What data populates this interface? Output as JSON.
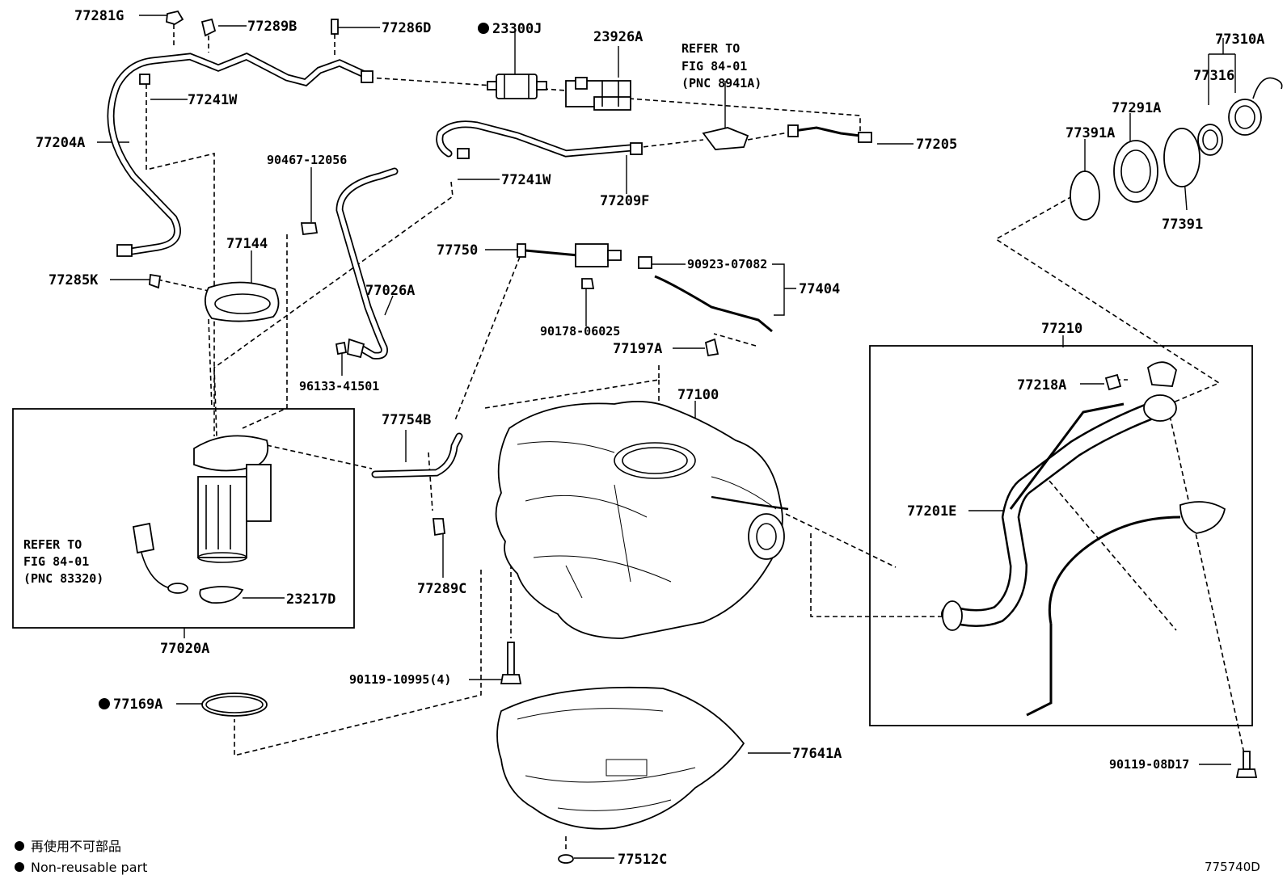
{
  "labels": {
    "p77281G": "77281G",
    "p77289B": "77289B",
    "p77286D": "77286D",
    "p23300J": "23300J",
    "p23926A": "23926A",
    "p77310A": "77310A",
    "p77316": "77316",
    "p77291A": "77291A",
    "p77391A": "77391A",
    "p77391": "77391",
    "p77241W_a": "77241W",
    "p77204A": "77204A",
    "p90467": "90467-12056",
    "p77241W_b": "77241W",
    "p77209F": "77209F",
    "p77205": "77205",
    "p77144": "77144",
    "p77285K": "77285K",
    "p77026A": "77026A",
    "p77750": "77750",
    "p90923": "90923-07082",
    "p77404": "77404",
    "p90178": "90178-06025",
    "p77197A": "77197A",
    "p96133": "96133-41501",
    "p77210": "77210",
    "p77218A": "77218A",
    "p77754B": "77754B",
    "p77100": "77100",
    "p77201E": "77201E",
    "p23217D": "23217D",
    "p77289C": "77289C",
    "p77020A": "77020A",
    "p90119_10995": "90119-10995(4)",
    "p77169A": "77169A",
    "p77641A": "77641A",
    "p90119_08D17": "90119-08D17",
    "p77512C": "77512C"
  },
  "notes": {
    "refer_top": [
      "REFER TO",
      "FIG 84-01",
      "(PNC 8941A)"
    ],
    "refer_left": [
      "REFER TO",
      "FIG 84-01",
      "(PNC 83320)"
    ]
  },
  "legend": {
    "chinese": "再使用不可部品",
    "english": "Non-reusable part"
  },
  "figure_id": "775740D"
}
